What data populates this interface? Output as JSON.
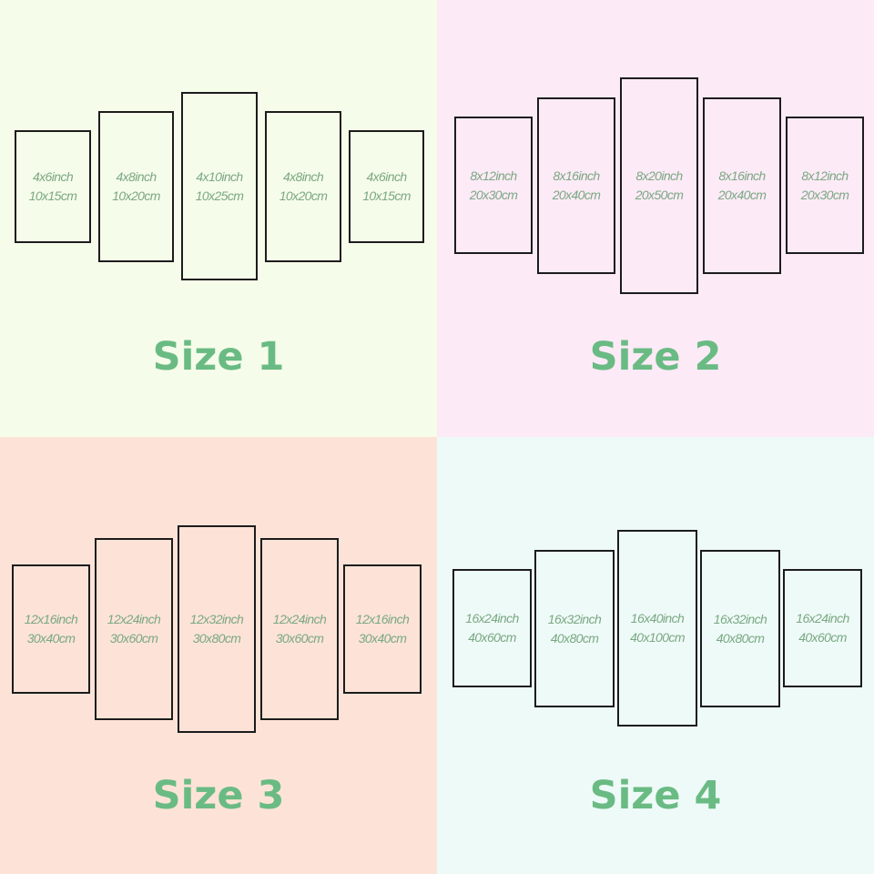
{
  "colors": {
    "quad_backgrounds": [
      "#f6fcea",
      "#fdeaf7",
      "#fde3d7",
      "#eefaf8"
    ],
    "label_color": "#7aa882",
    "title_color": "#6abb83",
    "frame_color": "#1c1c1c"
  },
  "sizes": [
    {
      "title": "Size 1",
      "panels": [
        {
          "inch": "4x6inch",
          "cm": "10x15cm"
        },
        {
          "inch": "4x8inch",
          "cm": "10x20cm"
        },
        {
          "inch": "4x10inch",
          "cm": "10x25cm"
        },
        {
          "inch": "4x8inch",
          "cm": "10x20cm"
        },
        {
          "inch": "4x6inch",
          "cm": "10x15cm"
        }
      ]
    },
    {
      "title": "Size 2",
      "panels": [
        {
          "inch": "8x12inch",
          "cm": "20x30cm"
        },
        {
          "inch": "8x16inch",
          "cm": "20x40cm"
        },
        {
          "inch": "8x20inch",
          "cm": "20x50cm"
        },
        {
          "inch": "8x16inch",
          "cm": "20x40cm"
        },
        {
          "inch": "8x12inch",
          "cm": "20x30cm"
        }
      ]
    },
    {
      "title": "Size 3",
      "panels": [
        {
          "inch": "12x16inch",
          "cm": "30x40cm"
        },
        {
          "inch": "12x24inch",
          "cm": "30x60cm"
        },
        {
          "inch": "12x32inch",
          "cm": "30x80cm"
        },
        {
          "inch": "12x24inch",
          "cm": "30x60cm"
        },
        {
          "inch": "12x16inch",
          "cm": "30x40cm"
        }
      ]
    },
    {
      "title": "Size 4",
      "panels": [
        {
          "inch": "16x24inch",
          "cm": "40x60cm"
        },
        {
          "inch": "16x32inch",
          "cm": "40x80cm"
        },
        {
          "inch": "16x40inch",
          "cm": "40x100cm"
        },
        {
          "inch": "16x32inch",
          "cm": "40x80cm"
        },
        {
          "inch": "16x24inch",
          "cm": "40x60cm"
        }
      ]
    }
  ]
}
